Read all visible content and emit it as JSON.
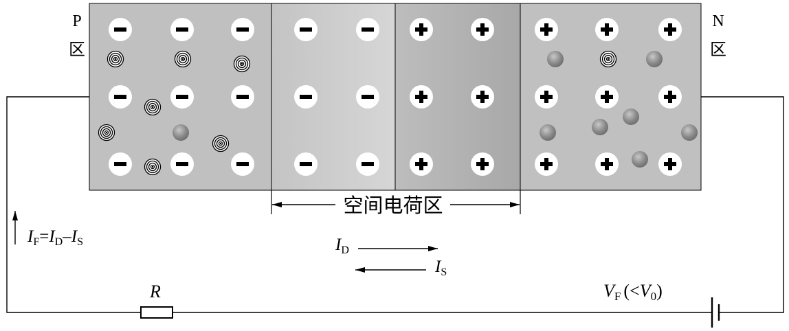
{
  "regions": {
    "p": {
      "line1": "P",
      "line2": "区"
    },
    "n": {
      "line1": "N",
      "line2": "区"
    }
  },
  "depletion": {
    "label": "空间电荷区"
  },
  "currents": {
    "total": {
      "i1": "I",
      "s1": "F",
      "eq": "=",
      "i2": "I",
      "s2": "D",
      "minus": "–",
      "i3": "I",
      "s3": "S"
    },
    "diffusion": {
      "i": "I",
      "s": "D"
    },
    "drift": {
      "i": "I",
      "s": "S"
    }
  },
  "resistor": {
    "label": "R"
  },
  "source": {
    "v": "V",
    "vsub": "F",
    "open": "(<",
    "v0": "V",
    "v0sub": "0",
    "close": ")"
  },
  "colors": {
    "p_region": "#c0c0c0",
    "depletion_left": "#cfcfcf",
    "depletion_right": "#b2b2b2",
    "n_region": "#c0c0c0",
    "line": "#000000"
  }
}
